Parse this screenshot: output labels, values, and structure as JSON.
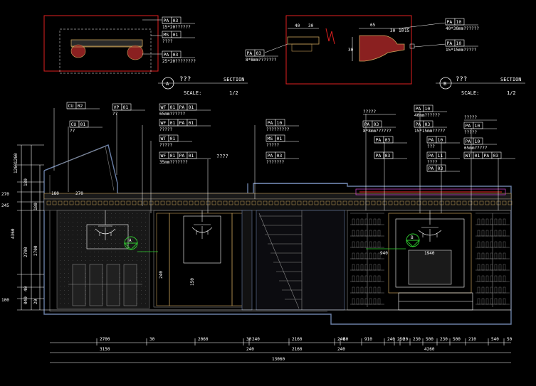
{
  "drawing": {
    "background": "#000000",
    "detail_a": {
      "tags": [
        {
          "code": "PA",
          "num": "03",
          "note": "15*20??????"
        },
        {
          "code": "MS",
          "num": "01",
          "note": "????"
        },
        {
          "code": "PA",
          "num": "03",
          "note": "25*20????????"
        }
      ]
    },
    "detail_b": {
      "dims_left": [
        "40",
        "30"
      ],
      "dims_right": [
        "65",
        "30",
        "10",
        "15"
      ],
      "side_dim": "30",
      "tags": [
        {
          "code": "PA",
          "num": "03",
          "note": "8*8mm???????"
        },
        {
          "code": "PA",
          "num": "10",
          "note": "40*30mm??????"
        },
        {
          "code": "PA",
          "num": "10",
          "note": "15*15mm?????"
        }
      ]
    },
    "section_a": {
      "letter": "A",
      "name": "???",
      "word": "SECTION",
      "scale_label": "SCALE:",
      "scale": "1/2"
    },
    "section_b": {
      "letter": "B",
      "name": "???",
      "word": "SECTION",
      "scale_label": "SCALE:",
      "scale": "1/2"
    },
    "left_tags": [
      {
        "code": "CU",
        "num": "02",
        "note": ""
      },
      {
        "code": "CU",
        "num": "01",
        "note": "??"
      },
      {
        "code": "VP",
        "num": "01",
        "note": "??"
      },
      {
        "code": "WF",
        "num": "01",
        "code2": "PA",
        "num2": "01",
        "note": "65mm??????"
      },
      {
        "code": "WF",
        "num": "01",
        "code2": "PA",
        "num2": "01",
        "note": "?????"
      },
      {
        "code": "WT",
        "num": "01",
        "note": "?????"
      },
      {
        "code": "WF",
        "num": "01",
        "code2": "PA",
        "num2": "01",
        "note": "35mm???????"
      }
    ],
    "mid_tags": [
      {
        "code": "PA",
        "num": "10",
        "note": "?????????"
      },
      {
        "code": "MS",
        "num": "01",
        "note": "?????"
      },
      {
        "code": "PA",
        "num": "03",
        "note": "???????"
      }
    ],
    "mid_note": "????",
    "right_tags": [
      {
        "code": "",
        "num": "",
        "note": "?????"
      },
      {
        "code": "PA",
        "num": "03",
        "note": "8*8mm??????"
      },
      {
        "code": "PA",
        "num": "03",
        "note": ""
      },
      {
        "code": "PA",
        "num": "03",
        "note": ""
      },
      {
        "code": "PA",
        "num": "10",
        "note": "40mm??????"
      },
      {
        "code": "PA",
        "num": "03",
        "note": "15*15mm?????"
      },
      {
        "code": "PA",
        "num": "10",
        "note": "???"
      },
      {
        "code": "PA",
        "num": "11",
        "note": "????"
      },
      {
        "code": "PA",
        "num": "03",
        "note": ""
      },
      {
        "code": "",
        "num": "",
        "note": "?????"
      },
      {
        "code": "PA",
        "num": "10",
        "note": "?????"
      },
      {
        "code": "PA",
        "num": "10",
        "note": "65mm?????"
      },
      {
        "code": "WT",
        "num": "01",
        "code2": "PA",
        "num2": "03",
        "note": ""
      }
    ],
    "left_dims": [
      "1260",
      "1260",
      "4360",
      "270",
      "245",
      "180",
      "2700",
      "180",
      "2700",
      "40",
      "040",
      "20",
      "100"
    ],
    "interior_dims": [
      "180",
      "270",
      "240",
      "150",
      "1940",
      "940"
    ],
    "bottom_row1": [
      "2700",
      "30",
      "2060",
      "30",
      "240",
      "2160",
      "240",
      "60",
      "910",
      "240",
      "250",
      "20",
      "230",
      "500",
      "230",
      "500",
      "210",
      "540",
      "50"
    ],
    "bottom_row2": [
      "3150",
      "240",
      "2160",
      "240",
      "4260"
    ],
    "bottom_total": "13060",
    "marker_a": "A",
    "marker_b": "B"
  }
}
